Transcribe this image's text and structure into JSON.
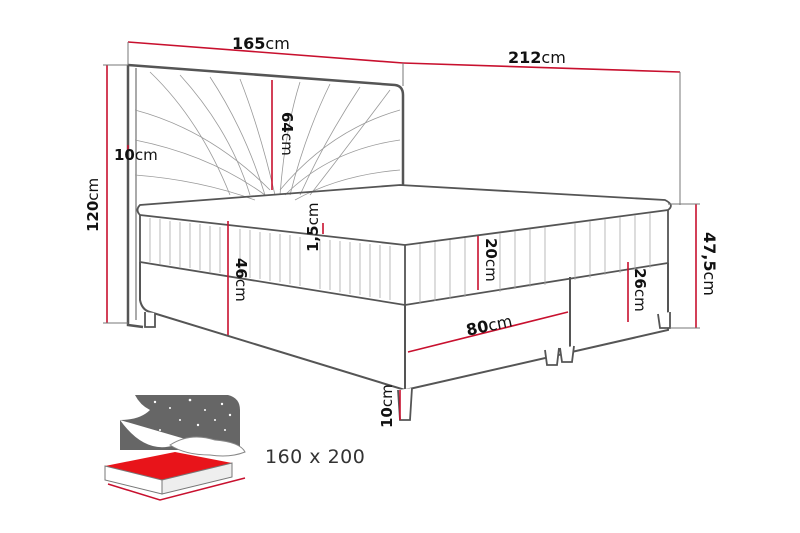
{
  "diagram": {
    "subject": "Boxspring bed dimension drawing",
    "colors": {
      "dimension_line": "#c8102e",
      "outline": "#555555",
      "text": "#111111",
      "icon_dark": "#666666",
      "icon_red": "#e8141a"
    },
    "dimensions": {
      "width_total": {
        "value": "165",
        "unit": "cm"
      },
      "length_total": {
        "value": "212",
        "unit": "cm"
      },
      "height_total": {
        "value": "120",
        "unit": "cm"
      },
      "headboard_thickness": {
        "value": "10",
        "unit": "cm"
      },
      "headboard_height": {
        "value": "64",
        "unit": "cm"
      },
      "topper_thickness": {
        "value": "1,5",
        "unit": "cm"
      },
      "mattress_height": {
        "value": "20",
        "unit": "cm"
      },
      "base_height": {
        "value": "46",
        "unit": "cm"
      },
      "box_height": {
        "value": "26",
        "unit": "cm"
      },
      "sleeping_height": {
        "value": "47,5",
        "unit": "cm"
      },
      "half_width": {
        "value": "80",
        "unit": "cm"
      },
      "leg_height": {
        "value": "10",
        "unit": "cm"
      }
    },
    "sleeping_area": {
      "icon": "bed-size-icon",
      "label": "160 x 200"
    }
  }
}
